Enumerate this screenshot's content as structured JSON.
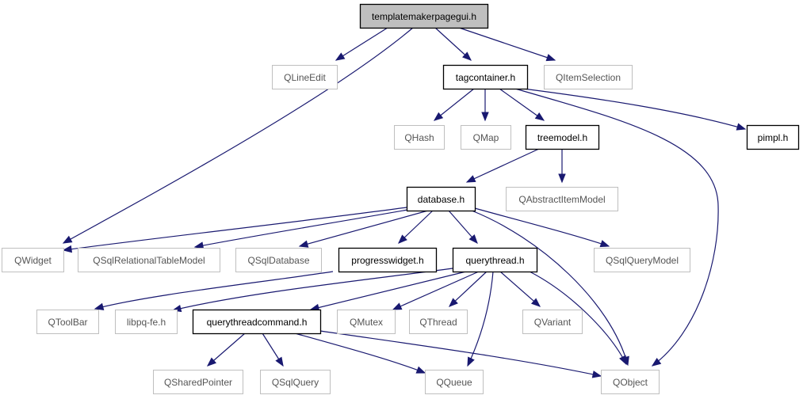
{
  "diagram": {
    "style": {
      "edge_color": "#191970",
      "ext_border": "#bfbfbf",
      "ext_text": "#555555",
      "local_border": "#000000",
      "local_text": "#000000",
      "root_fill": "#bfbfbf"
    },
    "nodes": [
      {
        "id": "templatemakerpagegui",
        "label": "templatemakerpagegui.h",
        "kind": "root"
      },
      {
        "id": "qlineedit",
        "label": "QLineEdit",
        "kind": "external"
      },
      {
        "id": "tagcontainer",
        "label": "tagcontainer.h",
        "kind": "local"
      },
      {
        "id": "qitemselection",
        "label": "QItemSelection",
        "kind": "external"
      },
      {
        "id": "qhash",
        "label": "QHash",
        "kind": "external"
      },
      {
        "id": "qmap",
        "label": "QMap",
        "kind": "external"
      },
      {
        "id": "treemodel",
        "label": "treemodel.h",
        "kind": "local"
      },
      {
        "id": "pimpl",
        "label": "pimpl.h",
        "kind": "local"
      },
      {
        "id": "database",
        "label": "database.h",
        "kind": "local"
      },
      {
        "id": "qabstractitemmodel",
        "label": "QAbstractItemModel",
        "kind": "external"
      },
      {
        "id": "qwidget",
        "label": "QWidget",
        "kind": "external"
      },
      {
        "id": "qsqlrelationaltablemodel",
        "label": "QSqlRelationalTableModel",
        "kind": "external"
      },
      {
        "id": "qsqldatabase",
        "label": "QSqlDatabase",
        "kind": "external"
      },
      {
        "id": "progresswidget",
        "label": "progresswidget.h",
        "kind": "local"
      },
      {
        "id": "querythread",
        "label": "querythread.h",
        "kind": "local"
      },
      {
        "id": "qsqlquerymodel",
        "label": "QSqlQueryModel",
        "kind": "external"
      },
      {
        "id": "qtoolbar",
        "label": "QToolBar",
        "kind": "external"
      },
      {
        "id": "libpqfe",
        "label": "libpq-fe.h",
        "kind": "external"
      },
      {
        "id": "querythreadcommand",
        "label": "querythreadcommand.h",
        "kind": "local"
      },
      {
        "id": "qmutex",
        "label": "QMutex",
        "kind": "external"
      },
      {
        "id": "qthread",
        "label": "QThread",
        "kind": "external"
      },
      {
        "id": "qvariant",
        "label": "QVariant",
        "kind": "external"
      },
      {
        "id": "qsharedpointer",
        "label": "QSharedPointer",
        "kind": "external"
      },
      {
        "id": "qsqlquery",
        "label": "QSqlQuery",
        "kind": "external"
      },
      {
        "id": "qqueue",
        "label": "QQueue",
        "kind": "external"
      },
      {
        "id": "qobject",
        "label": "QObject",
        "kind": "external"
      }
    ],
    "edges": [
      {
        "from": "templatemakerpagegui",
        "to": "qlineedit"
      },
      {
        "from": "templatemakerpagegui",
        "to": "tagcontainer"
      },
      {
        "from": "templatemakerpagegui",
        "to": "qitemselection"
      },
      {
        "from": "templatemakerpagegui",
        "to": "qwidget"
      },
      {
        "from": "tagcontainer",
        "to": "qhash"
      },
      {
        "from": "tagcontainer",
        "to": "qmap"
      },
      {
        "from": "tagcontainer",
        "to": "treemodel"
      },
      {
        "from": "tagcontainer",
        "to": "pimpl"
      },
      {
        "from": "tagcontainer",
        "to": "qobject"
      },
      {
        "from": "treemodel",
        "to": "database"
      },
      {
        "from": "treemodel",
        "to": "qabstractitemmodel"
      },
      {
        "from": "database",
        "to": "qwidget"
      },
      {
        "from": "database",
        "to": "qsqlrelationaltablemodel"
      },
      {
        "from": "database",
        "to": "qsqldatabase"
      },
      {
        "from": "database",
        "to": "progresswidget"
      },
      {
        "from": "database",
        "to": "querythread"
      },
      {
        "from": "database",
        "to": "qsqlquerymodel"
      },
      {
        "from": "database",
        "to": "qobject"
      },
      {
        "from": "progresswidget",
        "to": "qtoolbar"
      },
      {
        "from": "querythread",
        "to": "libpqfe"
      },
      {
        "from": "querythread",
        "to": "querythreadcommand"
      },
      {
        "from": "querythread",
        "to": "qmutex"
      },
      {
        "from": "querythread",
        "to": "qthread"
      },
      {
        "from": "querythread",
        "to": "qvariant"
      },
      {
        "from": "querythread",
        "to": "qqueue"
      },
      {
        "from": "querythread",
        "to": "qobject"
      },
      {
        "from": "querythreadcommand",
        "to": "qsharedpointer"
      },
      {
        "from": "querythreadcommand",
        "to": "qsqlquery"
      },
      {
        "from": "querythreadcommand",
        "to": "qqueue"
      },
      {
        "from": "querythreadcommand",
        "to": "qobject"
      }
    ]
  }
}
